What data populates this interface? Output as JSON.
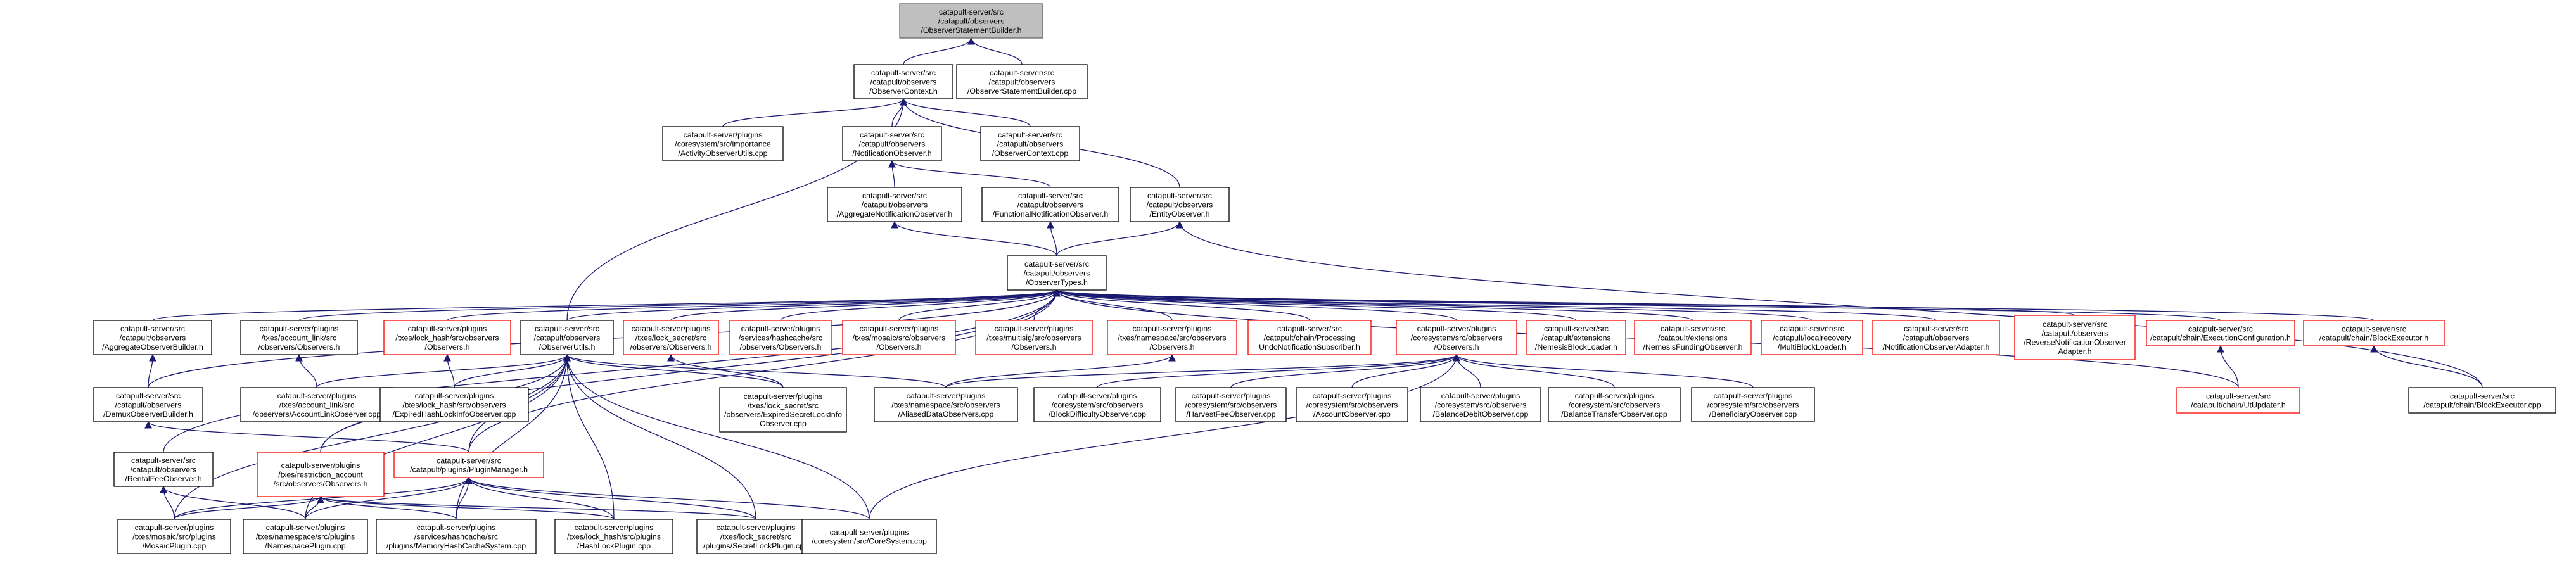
{
  "nodes": [
    {
      "id": "root",
      "style": "root",
      "lines": [
        "catapult-server/src",
        "/catapult/observers",
        "/ObserverStatementBuilder.h"
      ]
    },
    {
      "id": "ctx",
      "style": "black",
      "lines": [
        "catapult-server/src",
        "/catapult/observers",
        "/ObserverContext.h"
      ]
    },
    {
      "id": "osb_cpp",
      "style": "black",
      "lines": [
        "catapult-server/src",
        "/catapult/observers",
        "/ObserverStatementBuilder.cpp"
      ]
    },
    {
      "id": "activity",
      "style": "black",
      "lines": [
        "catapult-server/plugins",
        "/coresystem/src/importance",
        "/ActivityObserverUtils.cpp"
      ]
    },
    {
      "id": "notif_obs",
      "style": "black",
      "lines": [
        "catapult-server/src",
        "/catapult/observers",
        "/NotificationObserver.h"
      ]
    },
    {
      "id": "ctx_cpp",
      "style": "black",
      "lines": [
        "catapult-server/src",
        "/catapult/observers",
        "/ObserverContext.cpp"
      ]
    },
    {
      "id": "agg_notif",
      "style": "black",
      "lines": [
        "catapult-server/src",
        "/catapult/observers",
        "/AggregateNotificationObserver.h"
      ]
    },
    {
      "id": "func_notif",
      "style": "black",
      "lines": [
        "catapult-server/src",
        "/catapult/observers",
        "/FunctionalNotificationObserver.h"
      ]
    },
    {
      "id": "entity",
      "style": "black",
      "lines": [
        "catapult-server/src",
        "/catapult/observers",
        "/EntityObserver.h"
      ]
    },
    {
      "id": "types",
      "style": "black",
      "lines": [
        "catapult-server/src",
        "/catapult/observers",
        "/ObserverTypes.h"
      ]
    },
    {
      "id": "agg_builder",
      "style": "black",
      "lines": [
        "catapult-server/src",
        "/catapult/observers",
        "/AggregateObserverBuilder.h"
      ]
    },
    {
      "id": "acct_link",
      "style": "black",
      "lines": [
        "catapult-server/plugins",
        "/txes/account_link/src",
        "/observers/Observers.h"
      ]
    },
    {
      "id": "lock_hash",
      "style": "red",
      "lines": [
        "catapult-server/plugins",
        "/txes/lock_hash/src/observers",
        "/Observers.h"
      ]
    },
    {
      "id": "utils",
      "style": "black",
      "lines": [
        "catapult-server/src",
        "/catapult/observers",
        "/ObserverUtils.h"
      ]
    },
    {
      "id": "lock_secret",
      "style": "red",
      "lines": [
        "catapult-server/plugins",
        "/txes/lock_secret/src",
        "/observers/Observers.h"
      ]
    },
    {
      "id": "hashcache",
      "style": "red",
      "lines": [
        "catapult-server/plugins",
        "/services/hashcache/src",
        "/observers/Observers.h"
      ]
    },
    {
      "id": "mosaic",
      "style": "red",
      "lines": [
        "catapult-server/plugins",
        "/txes/mosaic/src/observers",
        "/Observers.h"
      ]
    },
    {
      "id": "multisig",
      "style": "red",
      "lines": [
        "catapult-server/plugins",
        "/txes/multisig/src/observers",
        "/Observers.h"
      ]
    },
    {
      "id": "namespace",
      "style": "red",
      "lines": [
        "catapult-server/plugins",
        "/txes/namespace/src/observers",
        "/Observers.h"
      ]
    },
    {
      "id": "undo",
      "style": "red",
      "lines": [
        "catapult-server/src",
        "/catapult/chain/Processing",
        "UndoNotificationSubscriber.h"
      ]
    },
    {
      "id": "coresys",
      "style": "red",
      "lines": [
        "catapult-server/plugins",
        "/coresystem/src/observers",
        "/Observers.h"
      ]
    },
    {
      "id": "nemesis_block",
      "style": "red",
      "lines": [
        "catapult-server/src",
        "/catapult/extensions",
        "/NemesisBlockLoader.h"
      ]
    },
    {
      "id": "nemesis_fund",
      "style": "red",
      "lines": [
        "catapult-server/src",
        "/catapult/extensions",
        "/NemesisFundingObserver.h"
      ]
    },
    {
      "id": "multiblock",
      "style": "red",
      "lines": [
        "catapult-server/src",
        "/catapult/localrecovery",
        "/MultiBlockLoader.h"
      ]
    },
    {
      "id": "notif_adapter",
      "style": "red",
      "lines": [
        "catapult-server/src",
        "/catapult/observers",
        "/NotificationObserverAdapter.h"
      ]
    },
    {
      "id": "reverse",
      "style": "red",
      "lines": [
        "catapult-server/src",
        "/catapult/observers",
        "/ReverseNotificationObserver",
        "Adapter.h"
      ]
    },
    {
      "id": "exec_cfg",
      "style": "red",
      "lines": [
        "catapult-server/src",
        "/catapult/chain/ExecutionConfiguration.h"
      ]
    },
    {
      "id": "blk_exec",
      "style": "red",
      "lines": [
        "catapult-server/src",
        "/catapult/chain/BlockExecutor.h"
      ]
    },
    {
      "id": "demux",
      "style": "black",
      "lines": [
        "catapult-server/src",
        "/catapult/observers",
        "/DemuxObserverBuilder.h"
      ]
    },
    {
      "id": "acct_link_cpp",
      "style": "black",
      "lines": [
        "catapult-server/plugins",
        "/txes/account_link/src",
        "/observers/AccountLinkObserver.cpp"
      ]
    },
    {
      "id": "expired_hash",
      "style": "black",
      "lines": [
        "catapult-server/plugins",
        "/txes/lock_hash/src/observers",
        "/ExpiredHashLockInfoObserver.cpp"
      ]
    },
    {
      "id": "expired_secret",
      "style": "black",
      "lines": [
        "catapult-server/plugins",
        "/txes/lock_secret/src",
        "/observers/ExpiredSecretLockInfo",
        "Observer.cpp"
      ]
    },
    {
      "id": "aliased",
      "style": "black",
      "lines": [
        "catapult-server/plugins",
        "/txes/namespace/src/observers",
        "/AliasedDataObservers.cpp"
      ]
    },
    {
      "id": "block_diff",
      "style": "black",
      "lines": [
        "catapult-server/plugins",
        "/coresystem/src/observers",
        "/BlockDifficultyObserver.cpp"
      ]
    },
    {
      "id": "harvest_fee",
      "style": "black",
      "lines": [
        "catapult-server/plugins",
        "/coresystem/src/observers",
        "/HarvestFeeObserver.cpp"
      ]
    },
    {
      "id": "account_obs",
      "style": "black",
      "lines": [
        "catapult-server/plugins",
        "/coresystem/src/observers",
        "/AccountObserver.cpp"
      ]
    },
    {
      "id": "balance_debit",
      "style": "black",
      "lines": [
        "catapult-server/plugins",
        "/coresystem/src/observers",
        "/BalanceDebitObserver.cpp"
      ]
    },
    {
      "id": "balance_xfer",
      "style": "black",
      "lines": [
        "catapult-server/plugins",
        "/coresystem/src/observers",
        "/BalanceTransferObserver.cpp"
      ]
    },
    {
      "id": "beneficiary",
      "style": "black",
      "lines": [
        "catapult-server/plugins",
        "/coresystem/src/observers",
        "/BeneficiaryObserver.cpp"
      ]
    },
    {
      "id": "ut_updater",
      "style": "red",
      "lines": [
        "catapult-server/src",
        "/catapult/chain/UtUpdater.h"
      ]
    },
    {
      "id": "blk_exec_cpp",
      "style": "black",
      "lines": [
        "catapult-server/src",
        "/catapult/chain/BlockExecutor.cpp"
      ]
    },
    {
      "id": "rental",
      "style": "black",
      "lines": [
        "catapult-server/src",
        "/catapult/observers",
        "/RentalFeeObserver.h"
      ]
    },
    {
      "id": "restriction",
      "style": "red",
      "lines": [
        "catapult-server/plugins",
        "/txes/restriction_account",
        "/src/observers/Observers.h"
      ]
    },
    {
      "id": "plugin_mgr",
      "style": "red",
      "lines": [
        "catapult-server/src",
        "/catapult/plugins/PluginManager.h"
      ]
    },
    {
      "id": "mosaic_plugin",
      "style": "black",
      "lines": [
        "catapult-server/plugins",
        "/txes/mosaic/src/plugins",
        "/MosaicPlugin.cpp"
      ]
    },
    {
      "id": "namespace_plugin",
      "style": "black",
      "lines": [
        "catapult-server/plugins",
        "/txes/namespace/src/plugins",
        "/NamespacePlugin.cpp"
      ]
    },
    {
      "id": "memhash_plugin",
      "style": "black",
      "lines": [
        "catapult-server/plugins",
        "/services/hashcache/src",
        "/plugins/MemoryHashCacheSystem.cpp"
      ]
    },
    {
      "id": "hashlock_plugin",
      "style": "black",
      "lines": [
        "catapult-server/plugins",
        "/txes/lock_hash/src/plugins",
        "/HashLockPlugin.cpp"
      ]
    },
    {
      "id": "secretlock_plugin",
      "style": "black",
      "lines": [
        "catapult-server/plugins",
        "/txes/lock_secret/src",
        "/plugins/SecretLockPlugin.cpp"
      ]
    },
    {
      "id": "coresys_cpp",
      "style": "black",
      "lines": [
        "catapult-server/plugins",
        "/coresystem/src/CoreSystem.cpp"
      ]
    }
  ],
  "edges": [
    [
      "root",
      "ctx"
    ],
    [
      "root",
      "osb_cpp"
    ],
    [
      "ctx",
      "activity"
    ],
    [
      "ctx",
      "notif_obs"
    ],
    [
      "ctx",
      "ctx_cpp"
    ],
    [
      "ctx",
      "entity"
    ],
    [
      "ctx",
      "utils"
    ],
    [
      "notif_obs",
      "agg_notif"
    ],
    [
      "notif_obs",
      "func_notif"
    ],
    [
      "agg_notif",
      "types"
    ],
    [
      "func_notif",
      "types"
    ],
    [
      "entity",
      "types"
    ],
    [
      "entity",
      "blk_exec_cpp"
    ],
    [
      "types",
      "agg_builder"
    ],
    [
      "types",
      "acct_link"
    ],
    [
      "types",
      "lock_hash"
    ],
    [
      "types",
      "utils"
    ],
    [
      "types",
      "lock_secret"
    ],
    [
      "types",
      "hashcache"
    ],
    [
      "types",
      "mosaic"
    ],
    [
      "types",
      "multisig"
    ],
    [
      "types",
      "namespace"
    ],
    [
      "types",
      "undo"
    ],
    [
      "types",
      "coresys"
    ],
    [
      "types",
      "nemesis_block"
    ],
    [
      "types",
      "nemesis_fund"
    ],
    [
      "types",
      "multiblock"
    ],
    [
      "types",
      "notif_adapter"
    ],
    [
      "types",
      "reverse"
    ],
    [
      "types",
      "exec_cfg"
    ],
    [
      "types",
      "blk_exec"
    ],
    [
      "types",
      "demux"
    ],
    [
      "types",
      "rental"
    ],
    [
      "types",
      "restriction"
    ],
    [
      "types",
      "plugin_mgr"
    ],
    [
      "types",
      "ut_updater"
    ],
    [
      "agg_builder",
      "demux"
    ],
    [
      "demux",
      "plugin_mgr"
    ],
    [
      "acct_link",
      "acct_link_cpp"
    ],
    [
      "lock_hash",
      "expired_hash"
    ],
    [
      "lock_secret",
      "expired_secret"
    ],
    [
      "namespace",
      "aliased"
    ],
    [
      "utils",
      "acct_link_cpp"
    ],
    [
      "utils",
      "expired_hash"
    ],
    [
      "utils",
      "expired_secret"
    ],
    [
      "utils",
      "aliased"
    ],
    [
      "utils",
      "restriction"
    ],
    [
      "utils",
      "plugin_mgr"
    ],
    [
      "utils",
      "mosaic_plugin"
    ],
    [
      "utils",
      "namespace_plugin"
    ],
    [
      "utils",
      "memhash_plugin"
    ],
    [
      "utils",
      "hashlock_plugin"
    ],
    [
      "utils",
      "secretlock_plugin"
    ],
    [
      "utils",
      "coresys_cpp"
    ],
    [
      "coresys",
      "block_diff"
    ],
    [
      "coresys",
      "harvest_fee"
    ],
    [
      "coresys",
      "account_obs"
    ],
    [
      "coresys",
      "balance_debit"
    ],
    [
      "coresys",
      "balance_xfer"
    ],
    [
      "coresys",
      "beneficiary"
    ],
    [
      "coresys",
      "coresys_cpp"
    ],
    [
      "coresys",
      "aliased"
    ],
    [
      "exec_cfg",
      "ut_updater"
    ],
    [
      "blk_exec",
      "blk_exec_cpp"
    ],
    [
      "rental",
      "mosaic_plugin"
    ],
    [
      "rental",
      "namespace_plugin"
    ],
    [
      "restriction",
      "mosaic_plugin"
    ],
    [
      "restriction",
      "namespace_plugin"
    ],
    [
      "restriction",
      "memhash_plugin"
    ],
    [
      "restriction",
      "hashlock_plugin"
    ],
    [
      "restriction",
      "secretlock_plugin"
    ],
    [
      "plugin_mgr",
      "mosaic_plugin"
    ],
    [
      "plugin_mgr",
      "namespace_plugin"
    ],
    [
      "plugin_mgr",
      "memhash_plugin"
    ],
    [
      "plugin_mgr",
      "hashlock_plugin"
    ],
    [
      "plugin_mgr",
      "secretlock_plugin"
    ],
    [
      "plugin_mgr",
      "coresys_cpp"
    ]
  ],
  "colors": {
    "edge": "#191970",
    "node_border": "#000000",
    "node_border_red": "#ff0000",
    "root_fill": "#bfbfbf",
    "root_border": "#666666"
  }
}
